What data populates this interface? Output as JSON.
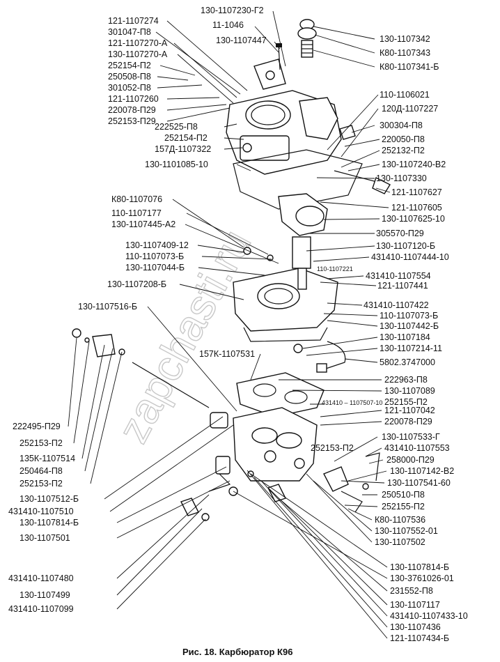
{
  "caption": "Рис. 18. Карбюратор К96",
  "watermark": "zapchasti.ru",
  "labels": [
    "121-1107274",
    "301047-П8",
    "121-1107270-А",
    "130-1107270-А",
    "252154-П2",
    "250508-П8",
    "301052-П8",
    "121-1107260",
    "220078-П29",
    "252153-П29",
    "130-1107230-Г2",
    "11-1046",
    "130-1107447",
    "130-1107342",
    "К80-1107343",
    "К80-1107341-Б",
    "110-1106021",
    "120Д-1107227",
    "300304-П8",
    "220050-П8",
    "252132-П2",
    "130-1107240-В2",
    "130-1107330",
    "121-1107627",
    "121-1107605",
    "130-1107625-10",
    "305570-П29",
    "222525-П8",
    "252154-П2",
    "157Д-1107322",
    "130-1101085-10",
    "К80-1107076",
    "110-1107177",
    "130-1107445-А2",
    "130-1107409-12",
    "110-1107073-Б",
    "130-1107044-Б",
    "130-1107208-Б",
    "130-1107120-Б",
    "431410-1107444-10",
    "110-1107221",
    "431410-1107554",
    "121-1107441",
    "431410-1107422",
    "110-1107073-Б",
    "130-1107442-Б",
    "130-1107184",
    "130-1107214-11",
    "5802.3747000",
    "130-1107516-Б",
    "157К-1107531",
    "222963-П8",
    "130-1107089",
    "431410 – 1107507-10",
    "252155-П2",
    "121-1107042",
    "220078-П29",
    "252153-П2",
    "130-1107533-Г",
    "431410-1107553",
    "258000-П29",
    "130-1107142-В2",
    "130-1107541-60",
    "250510-П8",
    "252155-П2",
    "К80-1107536",
    "130-1107552-01",
    "130-1107502",
    "222495-П29",
    "252153-П2",
    "135К-1107514",
    "250464-П8",
    "252153-П2",
    "130-1107512-Б",
    "431410-1107510",
    "130-1107814-Б",
    "130-1107501",
    "431410-1107480",
    "130-1107499",
    "431410-1107099",
    "130-1107814-Б",
    "130-3761026-01",
    "231552-П8",
    "130-1107117",
    "431410-1107433-10",
    "130-1107436",
    "121-1107434-Б"
  ]
}
